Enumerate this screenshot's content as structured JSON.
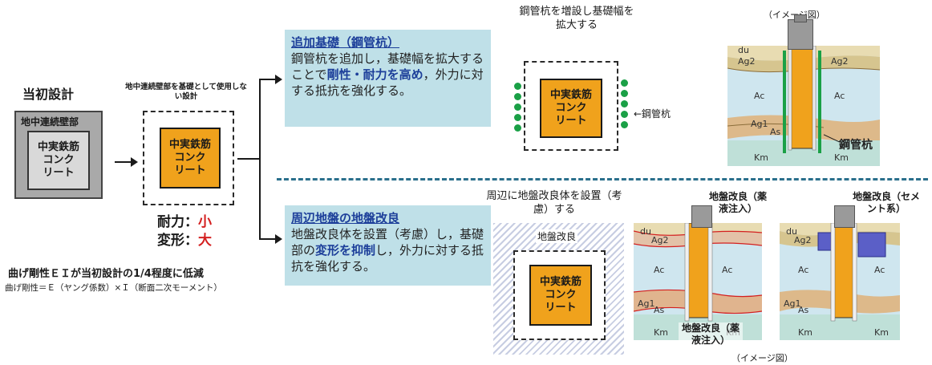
{
  "left": {
    "title": "当初設計",
    "outer_label": "地中連続壁部",
    "inner_lines": [
      "中実鉄筋",
      "コンク",
      "リート"
    ],
    "caption_line1": "曲げ剛性ＥＩが当初設計の1/4程度に低減",
    "caption_line2": "曲げ剛性＝Ｅ（ヤング係数）×Ｉ（断面二次モーメント）"
  },
  "middle": {
    "note": "地中連続壁部を基礎として使用しない設計",
    "core_lines": [
      "中実鉄筋",
      "コンク",
      "リート"
    ],
    "strength_label": "耐力：",
    "strength_value": "小",
    "deform_label": "変形：",
    "deform_value": "大"
  },
  "option1": {
    "title": "追加基礎（鋼管杭）",
    "body_plain1": "鋼管杭を追加し，基礎幅を拡大することで",
    "body_hl": "剛性・耐力を高め",
    "body_plain2": "，外力に対する抵抗を強化する。",
    "diagram_caption": "鋼管杭を増設し基礎幅を拡大する",
    "core_lines": [
      "中実鉄筋",
      "コンク",
      "リート"
    ],
    "pile_label": "←鋼管杭",
    "image_caption": "（イメージ図）",
    "image_pile_label": "鋼管杭",
    "layers": [
      "du",
      "Ag2",
      "Ac",
      "Ag1",
      "As",
      "Km"
    ]
  },
  "option2": {
    "title": "周辺地盤の地盤改良",
    "body_plain1": "地盤改良体を設置（考慮）し，基礎部の",
    "body_hl": "変形を抑制",
    "body_plain2": "し，外力に対する抵抗を強化する。",
    "diagram_caption": "周辺に地盤改良体を設置（考慮）する",
    "ground_label": "地盤改良",
    "core_lines": [
      "中実鉄筋",
      "コンク",
      "リート"
    ],
    "label_chem_top": "地盤改良（薬液注入）",
    "label_cement": "地盤改良（セメント系）",
    "label_chem_bottom": "地盤改良（薬液注入）",
    "image_caption": "（イメージ図）",
    "layers": [
      "du",
      "Ag2",
      "Ac",
      "Ag1",
      "As",
      "Km"
    ]
  },
  "colors": {
    "core": "#f0a21c",
    "blue_box": "#bfe0e8",
    "title_blue": "#1d3f9a",
    "red": "#d42020",
    "pile_green": "#1aa046",
    "divider": "#2a6f8c"
  }
}
